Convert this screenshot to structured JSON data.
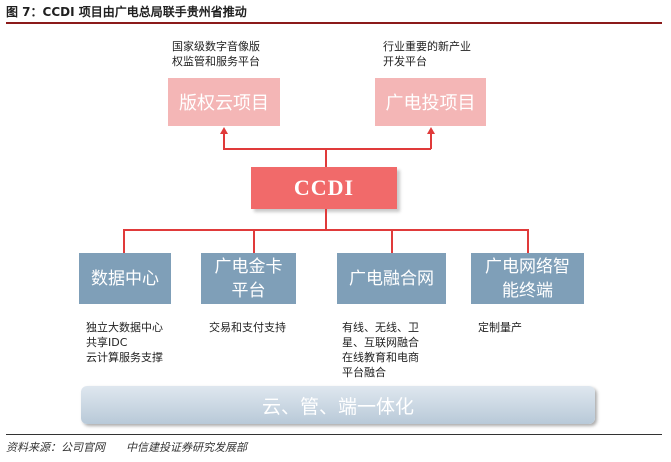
{
  "figure": {
    "title": "图 7：CCDI 项目由广电总局联手贵州省推动",
    "source": "资料来源：公司官网      中信建投证券研究发展部"
  },
  "top_nodes": [
    {
      "label": "版权云项目",
      "note": "国家级数字音像版\n权监管和服务平台"
    },
    {
      "label": "广电投项目",
      "note": "行业重要的新产业\n开发平台"
    }
  ],
  "center_node": {
    "label": "CCDI"
  },
  "bottom_nodes": [
    {
      "label": "数据中心",
      "note": "独立大数据中心\n共享IDC\n云计算服务支撑"
    },
    {
      "label": "广电金卡\n平台",
      "note": "交易和支付支持"
    },
    {
      "label": "广电融合网",
      "note": "有线、无线、卫\n星、互联网融合\n在线教育和电商\n平台融合"
    },
    {
      "label": "广电网络智\n能终端",
      "note": "定制量产"
    }
  ],
  "base_bar": {
    "label": "云、管、端一体化"
  },
  "colors": {
    "pink": "#f4b6b6",
    "ccdi": "#f16a6a",
    "blue": "#7f9fb8",
    "connector": "#e03a3a"
  }
}
